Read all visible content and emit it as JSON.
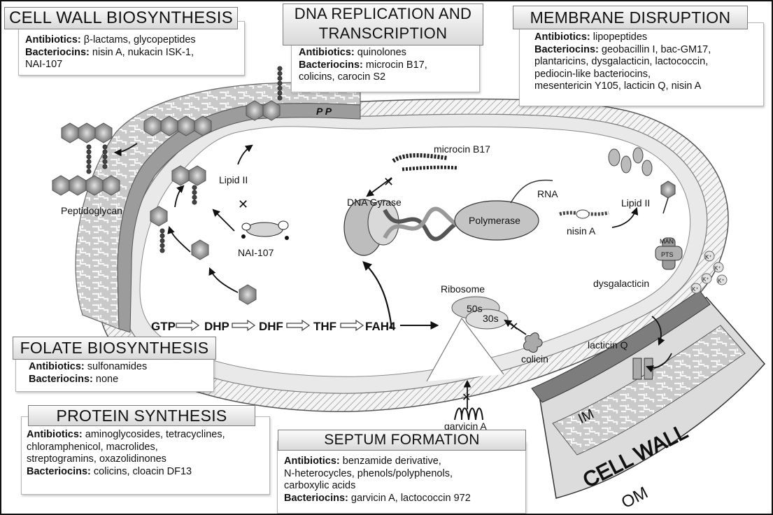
{
  "categories": {
    "cell_wall": {
      "title": "CELL WALL BIOSYNTHESIS",
      "antibiotics_label": "Antibiotics:",
      "antibiotics": " β-lactams, glycopeptides",
      "bacteriocins_label": "Bacteriocins:",
      "bacteriocins_line1": " nisin A, nukacin ISK-1,",
      "bacteriocins_line2": "NAI-107"
    },
    "dna": {
      "title_line1": "DNA REPLICATION AND",
      "title_line2": "TRANSCRIPTION",
      "antibiotics_label": "Antibiotics:",
      "antibiotics": " quinolones",
      "bacteriocins_label": "Bacteriocins:",
      "bacteriocins_line1": " microcin B17,",
      "bacteriocins_line2": "colicins, carocin S2"
    },
    "membrane": {
      "title": "MEMBRANE DISRUPTION",
      "antibiotics_label": "Antibiotics:",
      "antibiotics": " lipopeptides",
      "bacteriocins_label": "Bacteriocins:",
      "bacteriocins_line1": " geobacillin I, bac-GM17,",
      "bacteriocins_line2": "plantaricins, dysgalacticin, lactococcin,",
      "bacteriocins_line3": "pediocin-like bacteriocins,",
      "bacteriocins_line4": "mesentericin Y105, lacticin Q, nisin A"
    },
    "folate": {
      "title": "FOLATE BIOSYNTHESIS",
      "antibiotics_label": "Antibiotics:",
      "antibiotics": " sulfonamides",
      "bacteriocins_label": "Bacteriocins:",
      "bacteriocins": " none"
    },
    "protein": {
      "title": "PROTEIN SYNTHESIS",
      "antibiotics_label": "Antibiotics:",
      "antibiotics_line1": " aminoglycosides, tetracyclines,",
      "antibiotics_line2": "chloramphenicol, macrolides,",
      "antibiotics_line3": "streptogramins, oxazolidinones",
      "bacteriocins_label": "Bacteriocins:",
      "bacteriocins": " colicins, cloacin DF13"
    },
    "septum": {
      "title": "SEPTUM FORMATION",
      "antibiotics_label": "Antibiotics:",
      "antibiotics_line1": " benzamide derivative,",
      "antibiotics_line2": "N-heterocycles, phenols/polyphenols,",
      "antibiotics_line3": "carboxylic acids",
      "bacteriocins_label": "Bacteriocins:",
      "bacteriocins": " garvicin A, lactococcin 972"
    }
  },
  "labels": {
    "pp": "P P",
    "peptidoglycan": "Peptidoglycan",
    "lipid_ii_left": "Lipid II",
    "nai107": "NAI-107",
    "microcin": "microcin B17",
    "dna_gyrase": "DNA Gyrase",
    "polymerase": "Polymerase",
    "rna": "RNA",
    "lipid_ii_right": "Lipid II",
    "nisin": "nisin A",
    "man": "MAN",
    "pts": "PTS",
    "k_ion": "K⁺",
    "dysgalacticin": "dysgalacticin",
    "ribosome": "Ribosome",
    "r50s": "50s",
    "r30s": "30s",
    "colicin": "colicin",
    "lacticin": "lacticin Q",
    "garvicin": "garvicin A",
    "im": "IM",
    "cell_wall": "CELL WALL",
    "om": "OM"
  },
  "pathway": [
    "GTP",
    "DHP",
    "DHF",
    "THF",
    "FAH4"
  ],
  "colors": {
    "box_title_bg": "#e6e6e6",
    "membrane_gray": "#cfcfcf",
    "dark_gray": "#8a8a8a",
    "hexagon": "#8c8c8c"
  }
}
